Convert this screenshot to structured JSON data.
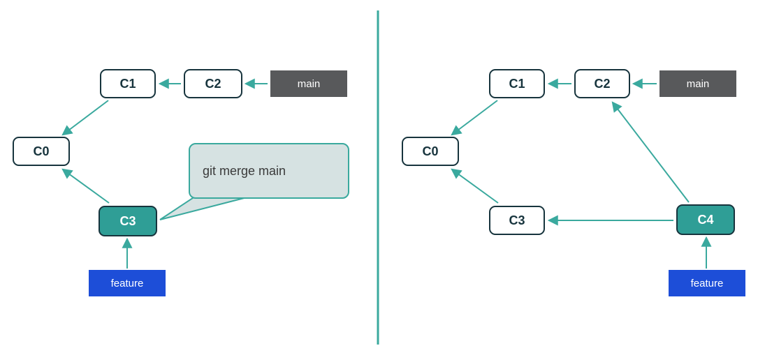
{
  "colors": {
    "arrow_teal": "#3aa99e",
    "node_border": "#17343d",
    "highlight_commit_fill": "#2f9e96",
    "main_badge_bg": "#58595b",
    "feature_badge_bg": "#1d4ed8",
    "callout_bg": "#d6e2e2",
    "callout_border": "#3aa99e"
  },
  "left_panel": {
    "commits": {
      "c0": "C0",
      "c1": "C1",
      "c2": "C2",
      "c3": "C3"
    },
    "main_label": "main",
    "feature_label": "feature",
    "callout_text": "git merge main"
  },
  "right_panel": {
    "commits": {
      "c0": "C0",
      "c1": "C1",
      "c2": "C2",
      "c3": "C3",
      "c4": "C4"
    },
    "main_label": "main",
    "feature_label": "feature"
  }
}
